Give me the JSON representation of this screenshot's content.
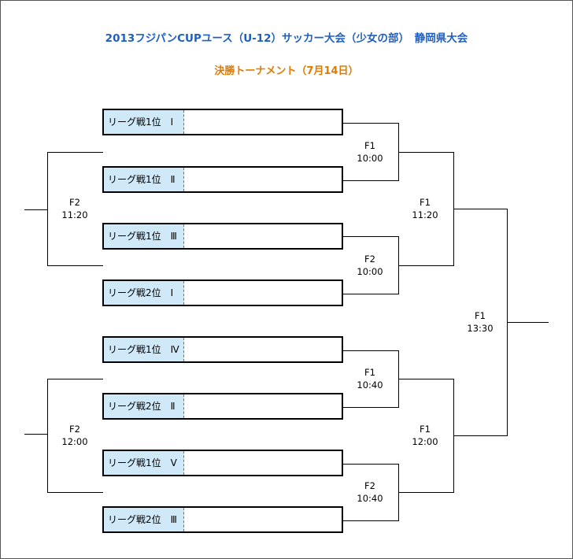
{
  "header": {
    "title": "2013フジパンCUPユース（U-12）サッカー大会（少女の部）　静岡県大会",
    "subtitle": "決勝トーナメント（7月14日）"
  },
  "entries": [
    {
      "label": "リーグ戦1位　Ⅰ",
      "team": ""
    },
    {
      "label": "リーグ戦1位　Ⅱ",
      "team": ""
    },
    {
      "label": "リーグ戦1位　Ⅲ",
      "team": ""
    },
    {
      "label": "リーグ戦2位　Ⅰ",
      "team": ""
    },
    {
      "label": "リーグ戦1位　Ⅳ",
      "team": ""
    },
    {
      "label": "リーグ戦2位　Ⅱ",
      "team": ""
    },
    {
      "label": "リーグ戦1位　Ⅴ",
      "team": ""
    },
    {
      "label": "リーグ戦2位　Ⅲ",
      "team": ""
    }
  ],
  "matches": {
    "r1_a": {
      "field": "F1",
      "time": "10:00"
    },
    "r1_b": {
      "field": "F2",
      "time": "10:00"
    },
    "r1_c": {
      "field": "F1",
      "time": "10:40"
    },
    "r1_d": {
      "field": "F2",
      "time": "10:40"
    },
    "semi_right_top": {
      "field": "F1",
      "time": "11:20"
    },
    "semi_right_bottom": {
      "field": "F1",
      "time": "12:00"
    },
    "left_top": {
      "field": "F2",
      "time": "11:20"
    },
    "left_bottom": {
      "field": "F2",
      "time": "12:00"
    },
    "final": {
      "field": "F1",
      "time": "13:30"
    }
  }
}
